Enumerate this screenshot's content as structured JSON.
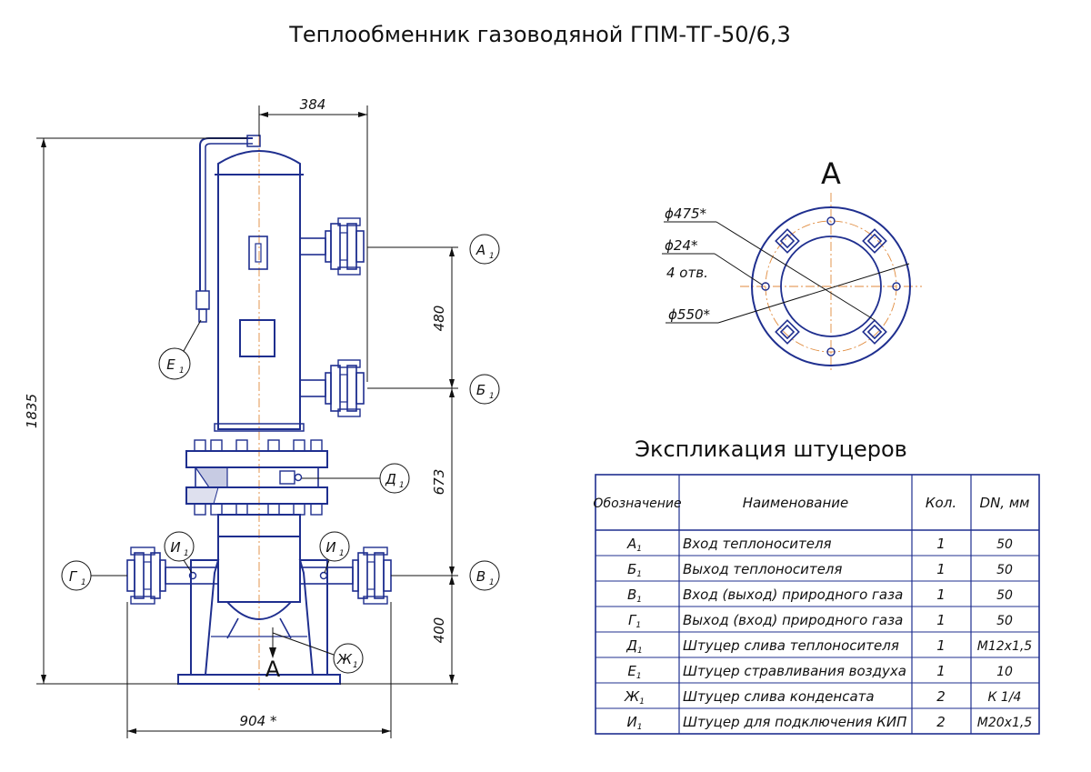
{
  "title": "Теплообменник газоводяной ГПМ-ТГ-50/6,3",
  "dimensions": {
    "top_width": "384",
    "height_total": "1835",
    "h_480": "480",
    "h_673": "673",
    "h_400": "400",
    "base_width": "904 *"
  },
  "callouts": {
    "a1": "А",
    "b1": "Б",
    "v1": "В",
    "g1": "Г",
    "d1": "Д",
    "e1": "Е",
    "zh1": "Ж",
    "i1_left": "И",
    "i1_right": "И",
    "sub": "1"
  },
  "view_arrow_label": "А",
  "detail_view": {
    "label": "А",
    "d475": "ϕ475*",
    "d24": "ϕ24*",
    "holes": "4 отв.",
    "d550": "ϕ550*"
  },
  "table": {
    "title": "Экспликация штуцеров",
    "headers": [
      "Обозначение",
      "Наименование",
      "Кол.",
      "DN, мм"
    ],
    "rows": [
      {
        "code": "А",
        "name": "Вход теплоносителя",
        "qty": "1",
        "dn": "50"
      },
      {
        "code": "Б",
        "name": "Выход  теплоносителя",
        "qty": "1",
        "dn": "50"
      },
      {
        "code": "В",
        "name": "Вход (выход) природного газа",
        "qty": "1",
        "dn": "50"
      },
      {
        "code": "Г",
        "name": "Выход (вход) природного газа",
        "qty": "1",
        "dn": "50"
      },
      {
        "code": "Д",
        "name": "Штуцер слива теплоносителя",
        "qty": "1",
        "dn": "М12х1,5"
      },
      {
        "code": "Е",
        "name": "Штуцер стравливания воздуха",
        "qty": "1",
        "dn": "10"
      },
      {
        "code": "Ж",
        "name": "Штуцер слива конденсата",
        "qty": "2",
        "dn": "К 1/4"
      },
      {
        "code": "И",
        "name": "Штуцер для подключения КИП",
        "qty": "2",
        "dn": "М20х1,5"
      }
    ],
    "row_sub": "1"
  }
}
